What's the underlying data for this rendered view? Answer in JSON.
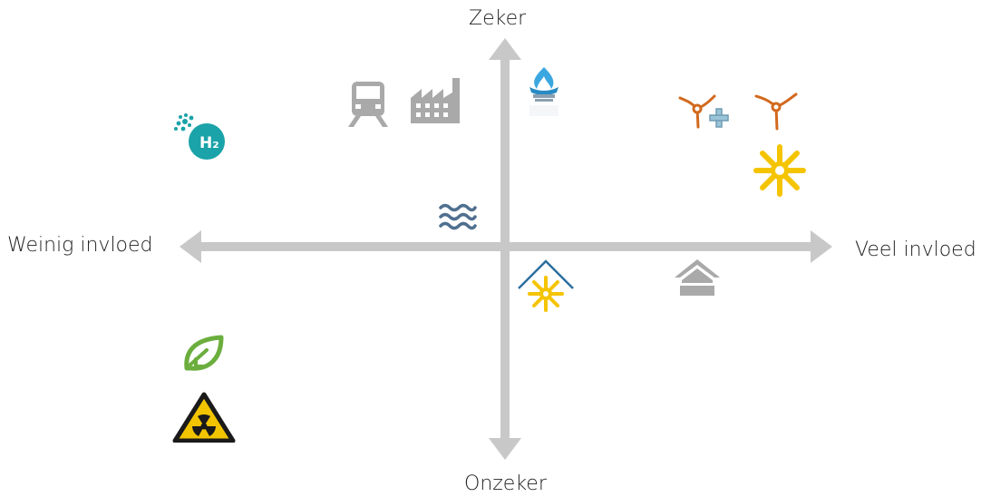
{
  "axes": {
    "top_label": "Zeker",
    "bottom_label": "Onzeker",
    "left_label": "Weinig invloed",
    "right_label": "Veel invloed"
  },
  "colors": {
    "axis": "#c8c8c8",
    "gray_icon": "#a9a9a9",
    "water": "#4f6f8f",
    "hydrogen": "#1aa3a8",
    "wind": "#d2691e",
    "plus": "#9ac4d8",
    "solar": "#f5c400",
    "roof": "#2c6e9e",
    "leaf": "#6cae3e",
    "radiation_fill": "#f2c400",
    "gas": "#3ba7e0"
  },
  "icons": [
    {
      "name": "hydrogen-icon",
      "caption": "H₂"
    },
    {
      "name": "train-icon"
    },
    {
      "name": "factory-icon"
    },
    {
      "name": "green-gas-icon"
    },
    {
      "name": "wind-plus-icon"
    },
    {
      "name": "wind-icon"
    },
    {
      "name": "solar-icon"
    },
    {
      "name": "water-icon"
    },
    {
      "name": "solar-roof-icon"
    },
    {
      "name": "house-icon"
    },
    {
      "name": "biomass-leaf-icon"
    },
    {
      "name": "nuclear-icon"
    }
  ]
}
